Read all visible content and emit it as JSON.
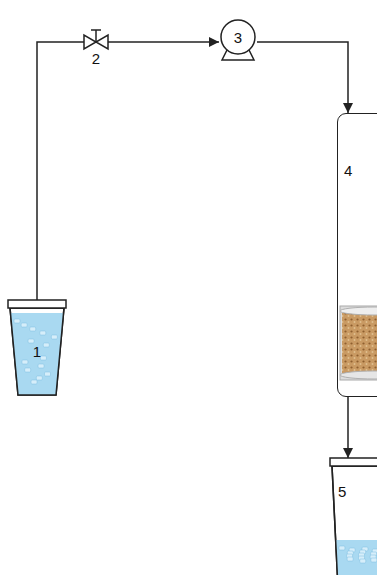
{
  "diagram": {
    "nodes": [
      {
        "text": [
          "1"
        ]
      },
      {
        "text": [
          "2"
        ]
      },
      {
        "text": [
          "3"
        ]
      },
      {
        "text": [
          "4"
        ]
      },
      {
        "text": [
          "5"
        ]
      }
    ],
    "edges": [
      {
        "from": 0,
        "to": 1,
        "arrow": "none"
      },
      {
        "from": 1,
        "to": 2,
        "arrow": "to"
      },
      {
        "from": 2,
        "to": 3,
        "arrow": "to"
      },
      {
        "from": 3,
        "to": 4,
        "arrow": "to"
      }
    ]
  }
}
